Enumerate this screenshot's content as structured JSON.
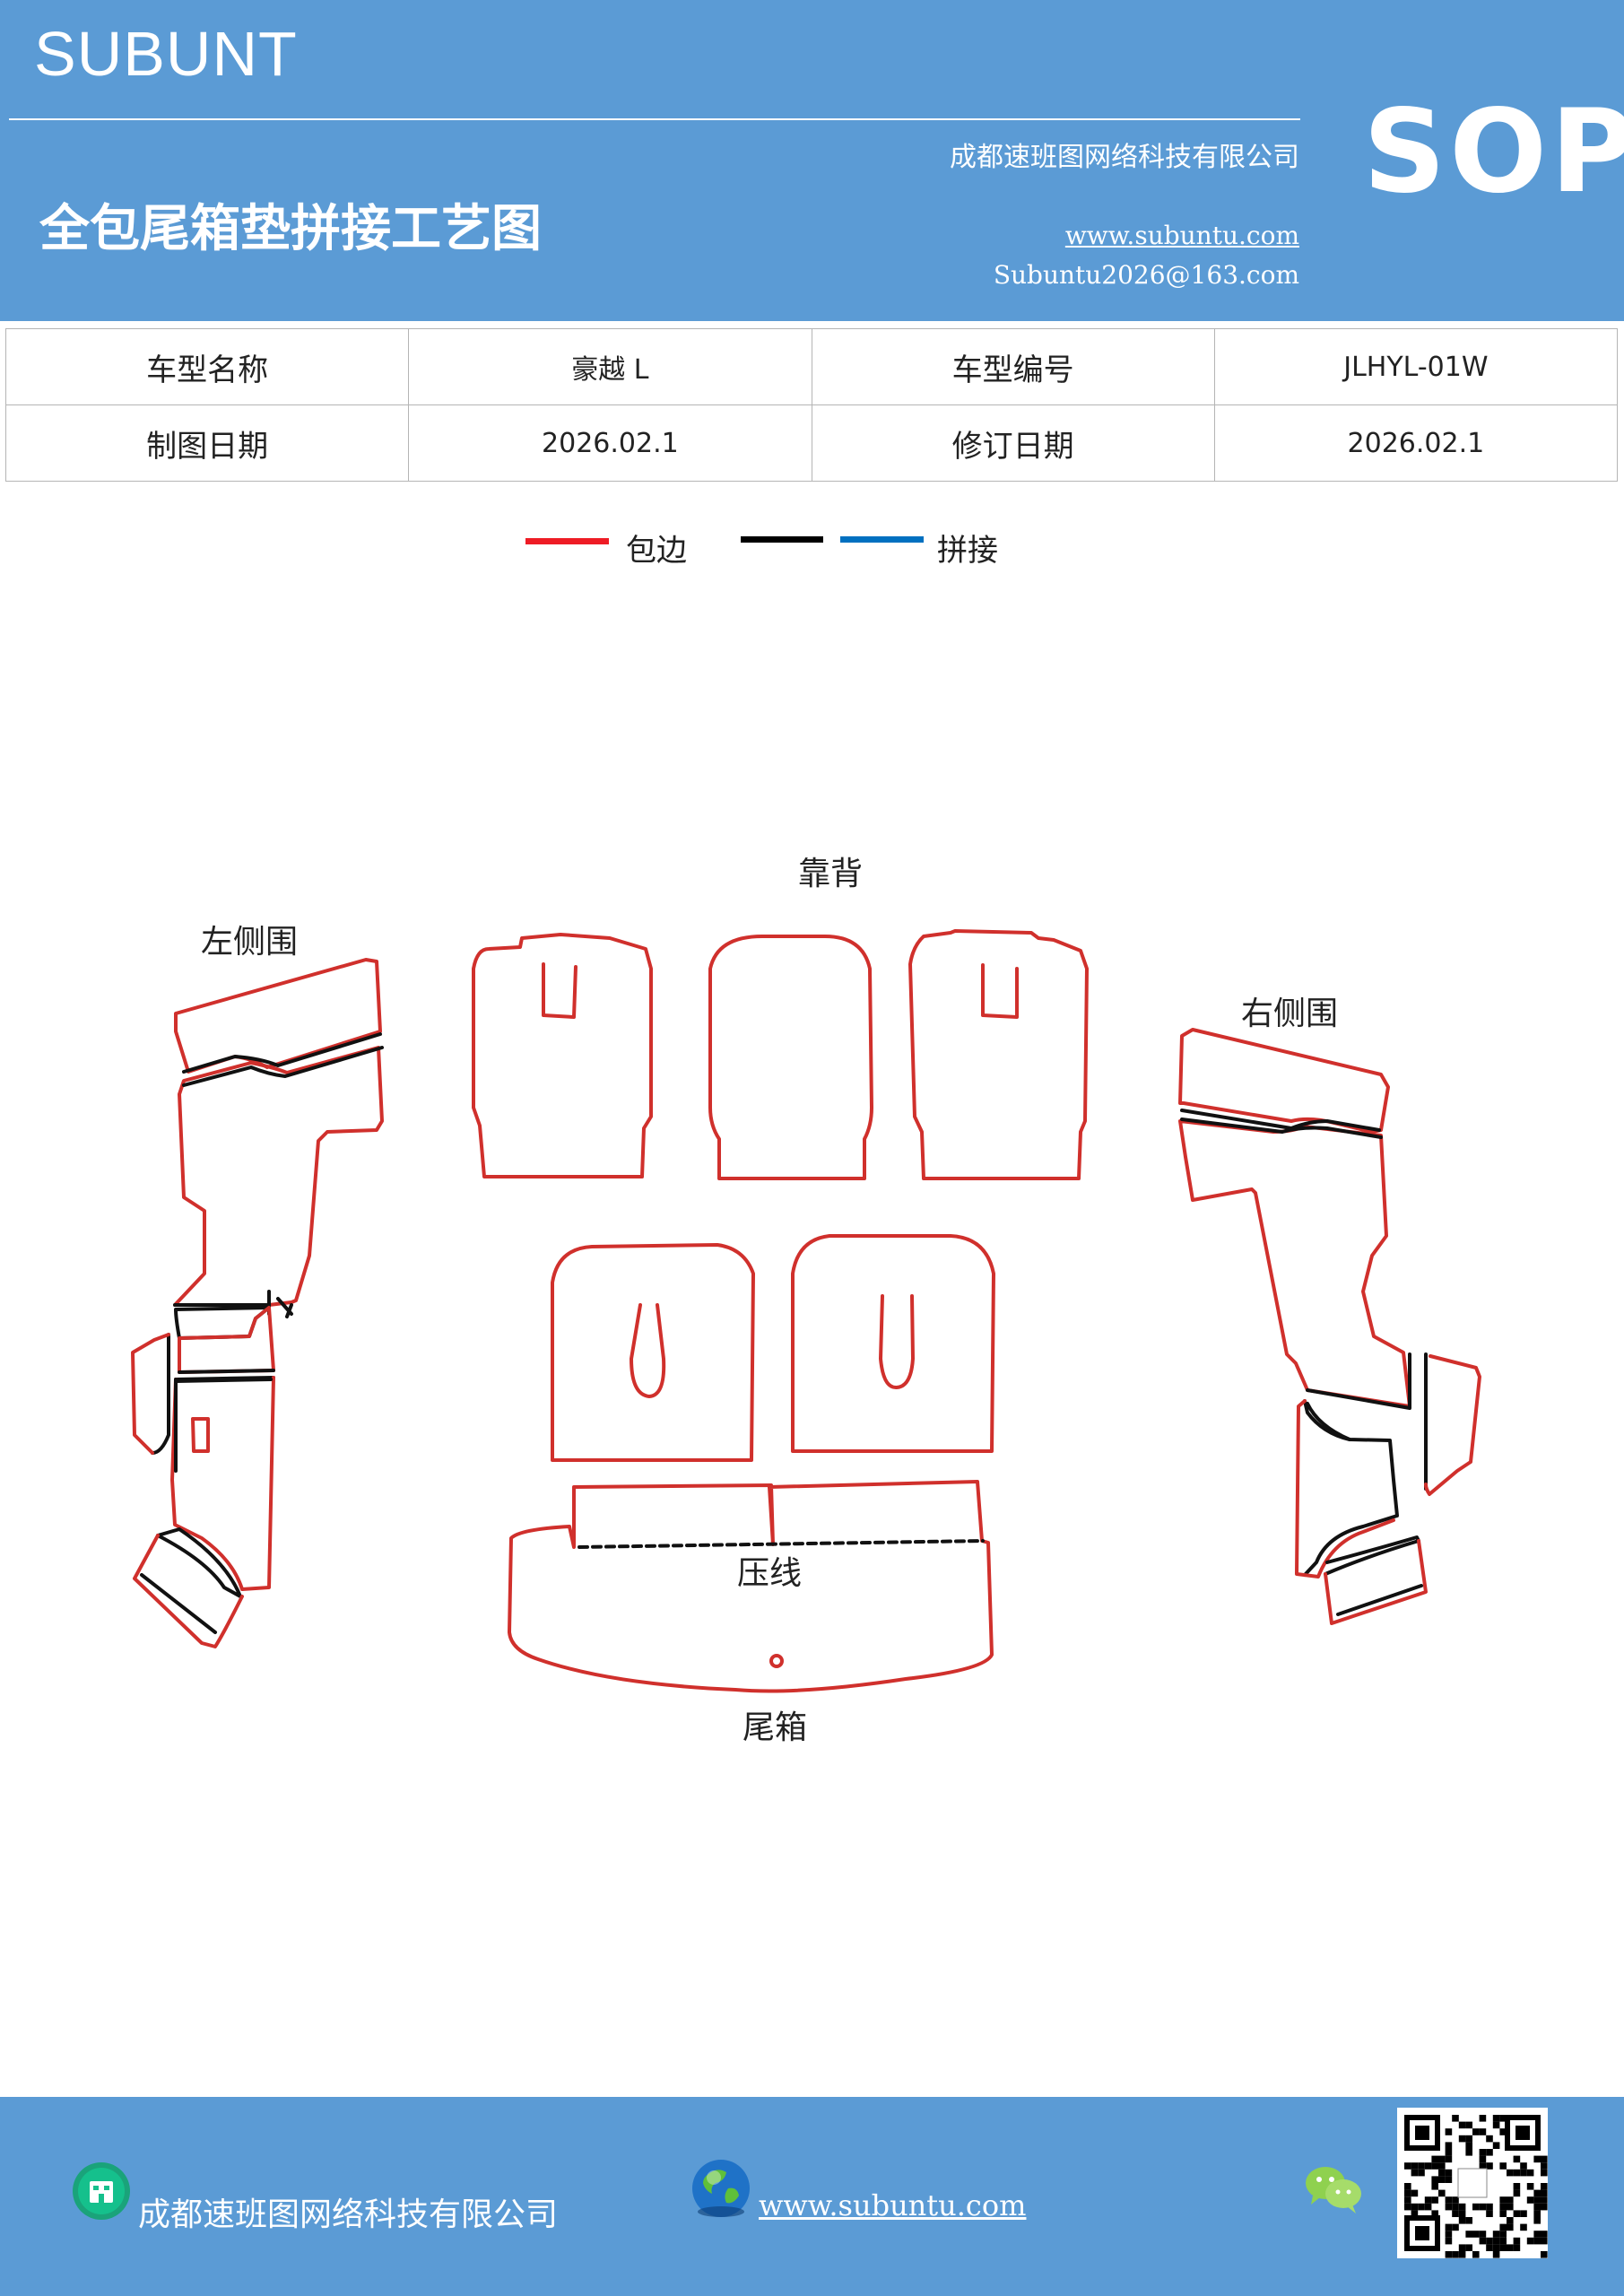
{
  "header": {
    "brand": "SUBUNT",
    "company": "成都速班图网络科技有限公司",
    "title": "全包尾箱垫拼接工艺图",
    "website": "www.subuntu.com",
    "email": "Subuntu2026@163.com",
    "badge": "SOP"
  },
  "info_table": {
    "rows": [
      {
        "label1": "车型名称",
        "value1": "豪越 L",
        "label2": "车型编号",
        "value2": "JLHYL-01W"
      },
      {
        "label1": "制图日期",
        "value1": "2026.02.1",
        "label2": "修订日期",
        "value2": "2026.02.1"
      }
    ]
  },
  "legend": {
    "items": [
      {
        "label": "包边",
        "color": "#ee1c25"
      },
      {
        "label": "",
        "color": "#000000"
      },
      {
        "label": "拼接",
        "color": "#0070c0"
      }
    ]
  },
  "diagram": {
    "labels": {
      "backrest": "靠背",
      "left_side": "左侧围",
      "right_side": "右侧围",
      "press_line": "压线",
      "trunk": "尾箱"
    },
    "colors": {
      "edge": "#d0302c",
      "seam": "#111111"
    }
  },
  "footer": {
    "company": "成都速班图网络科技有限公司",
    "website": "www.subuntu.com"
  }
}
